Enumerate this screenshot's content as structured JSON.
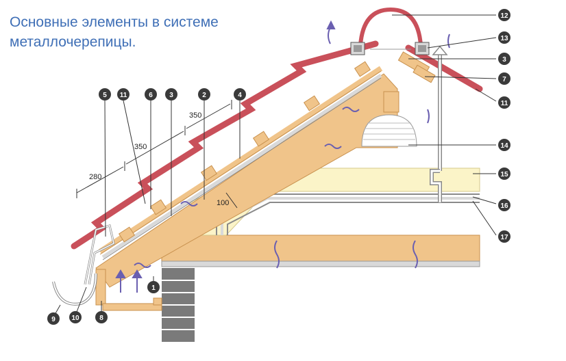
{
  "title": "Основные элементы в системе металлочерепицы.",
  "dimensions": {
    "d280": "280",
    "d350a": "350",
    "d350b": "350",
    "d100": "100"
  },
  "callouts": {
    "c1": "1",
    "c2": "2",
    "c3a": "3",
    "c3b": "3",
    "c4": "4",
    "c5": "5",
    "c6": "6",
    "c7": "7",
    "c8": "8",
    "c9": "9",
    "c10": "10",
    "c11a": "11",
    "c11b": "11",
    "c12": "12",
    "c13": "13",
    "c14": "14",
    "c15": "15",
    "c16": "16",
    "c17": "17"
  },
  "colors": {
    "title": "#3f6fb6",
    "tile": "#c9505a",
    "wood": "#f0c48a",
    "wood_dark": "#c8914e",
    "insulation": "#fbf4c8",
    "membrane": "#d9d9d9",
    "brick": "#7a7a7a",
    "badge": "#3a3a3a",
    "arrow": "#6a5fb0"
  }
}
